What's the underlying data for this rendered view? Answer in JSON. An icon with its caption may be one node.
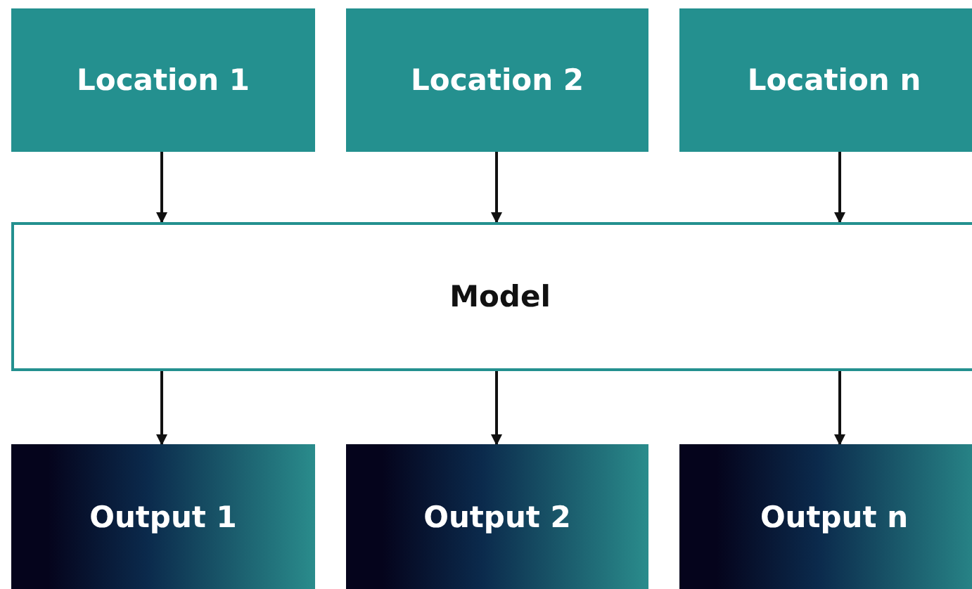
{
  "diagram": {
    "nodes": [
      {
        "text": [
          "Location 1"
        ]
      },
      {
        "text": [
          "Location 2"
        ]
      },
      {
        "text": [
          "Location n"
        ]
      },
      {
        "text": [
          "Model"
        ]
      },
      {
        "text": [
          "Output 1"
        ]
      },
      {
        "text": [
          "Output 2"
        ]
      },
      {
        "text": [
          "Output n"
        ]
      }
    ],
    "edges": [
      {
        "from": 0,
        "to": 3,
        "arrow": "to"
      },
      {
        "from": 1,
        "to": 3,
        "arrow": "to"
      },
      {
        "from": 2,
        "to": 3,
        "arrow": "to"
      },
      {
        "from": 3,
        "to": 4,
        "arrow": "to"
      },
      {
        "from": 3,
        "to": 5,
        "arrow": "to"
      },
      {
        "from": 3,
        "to": 6,
        "arrow": "to"
      }
    ]
  }
}
